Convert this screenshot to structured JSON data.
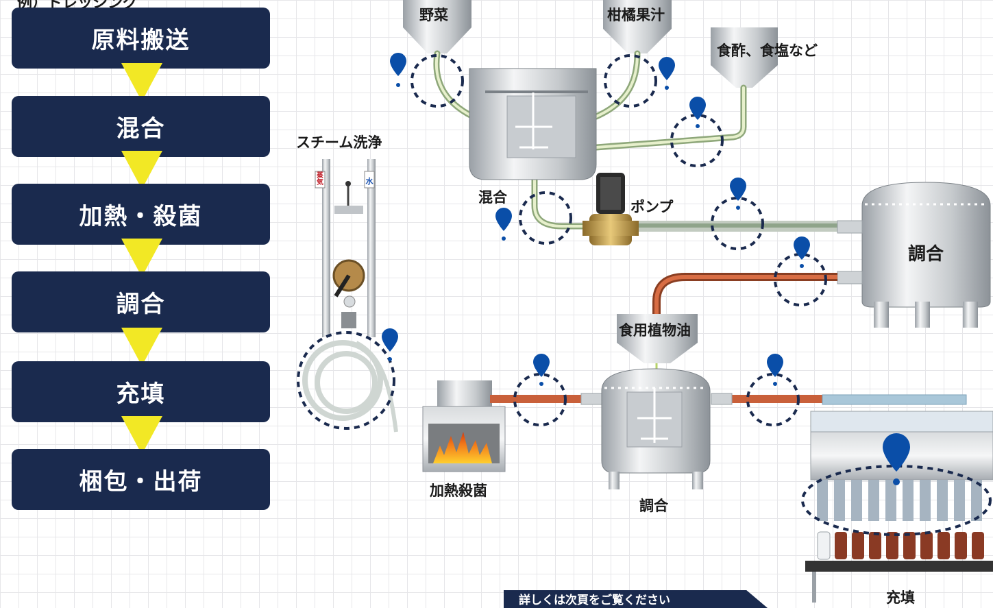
{
  "header": {
    "cut_text": "例）ドレッシング"
  },
  "steps": [
    "原料搬送",
    "混合",
    "加熱・殺菌",
    "調合",
    "充填",
    "梱包・出荷"
  ],
  "labels": {
    "vegetables": "野菜",
    "citrus_juice": "柑橘果汁",
    "vinegar_salt": "食酢、食塩など",
    "steam_cleaning": "スチーム洗浄",
    "steam_tag": "蒸気",
    "water_tag": "水",
    "mixing": "混合",
    "pump": "ポンプ",
    "blending_tank": "調合",
    "vegetable_oil": "食用植物油",
    "heat_sterilization": "加熱殺菌",
    "blending_lower": "調合",
    "filling": "充填"
  },
  "banner": {
    "text": "詳しくは次頁をご覧ください"
  },
  "colors": {
    "navy": "#1a2a4e",
    "arrow_yellow": "#f2e825",
    "pin_blue": "#0a4ea8",
    "oil_pipe": "#c9603a",
    "pipe_green": "#b9cfa2"
  }
}
